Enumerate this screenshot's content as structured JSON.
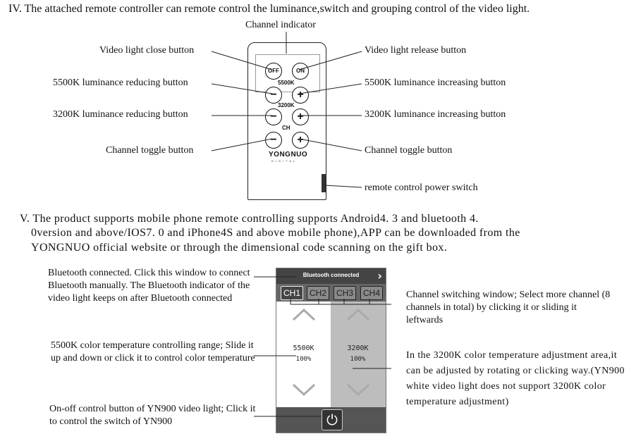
{
  "section4": {
    "heading": "IV. The attached remote controller can remote control the luminance,switch and grouping control of the video light.",
    "channel_indicator": "Channel indicator",
    "left_labels": {
      "close": "Video light close button",
      "reduce5500": "5500K luminance reducing button",
      "reduce3200": "3200K luminance reducing button",
      "channel": "Channel toggle button"
    },
    "right_labels": {
      "release": "Video light release button",
      "increase5500": "5500K luminance increasing button",
      "increase3200": "3200K luminance increasing button",
      "channel": "Channel toggle button",
      "power": "remote control power switch"
    },
    "remote": {
      "off": "OFF",
      "on": "ON",
      "k5500": "5500K",
      "k3200": "3200K",
      "ch": "CH",
      "minus": "−",
      "plus": "+",
      "brand": "YONGNUO",
      "brand_sub": "DIGITAL"
    }
  },
  "section5": {
    "para_line1": "V. The product supports mobile phone remote controlling supports Android4. 3 and bluetooth 4.",
    "para_line2": "0version and above/IOS7. 0 and iPhone4S and above mobile phone),APP can be downloaded from the",
    "para_line3": "YONGNUO official website or through the dimensional code scanning on the gift box.",
    "left_notes": {
      "bluetooth": "Bluetooth connected. Click this window to connect Bluetooth manually. The Bluetooth indicator of the video light keeps on after Bluetooth connected",
      "range": "5500K color temperature controlling range; Slide it up and down or click it to control color temperature",
      "onoff": "On-off control button of YN900 video light; Click it to  control the switch of YN900"
    },
    "right_notes": {
      "channels": "Channel switching window; Select more channel (8 channels in total) by clicking it or sliding it leftwards",
      "adjust": "In the 3200K color temperature adjustment area,it can be adjusted by rotating or clicking way.(YN900 white video light does not support 3200K color temperature adjustment)"
    },
    "app": {
      "bt_label": "Bluetooth connected",
      "channels": [
        "CH1",
        "CH2",
        "CH3",
        "CH4"
      ],
      "active_channel": "CH1",
      "left_temp": "5500K",
      "left_pct": "100%",
      "right_temp": "3200K",
      "right_pct": "100%",
      "icons": [
        "chevron-right-icon",
        "chevron-up-icon",
        "chevron-down-icon",
        "power-icon"
      ]
    }
  }
}
